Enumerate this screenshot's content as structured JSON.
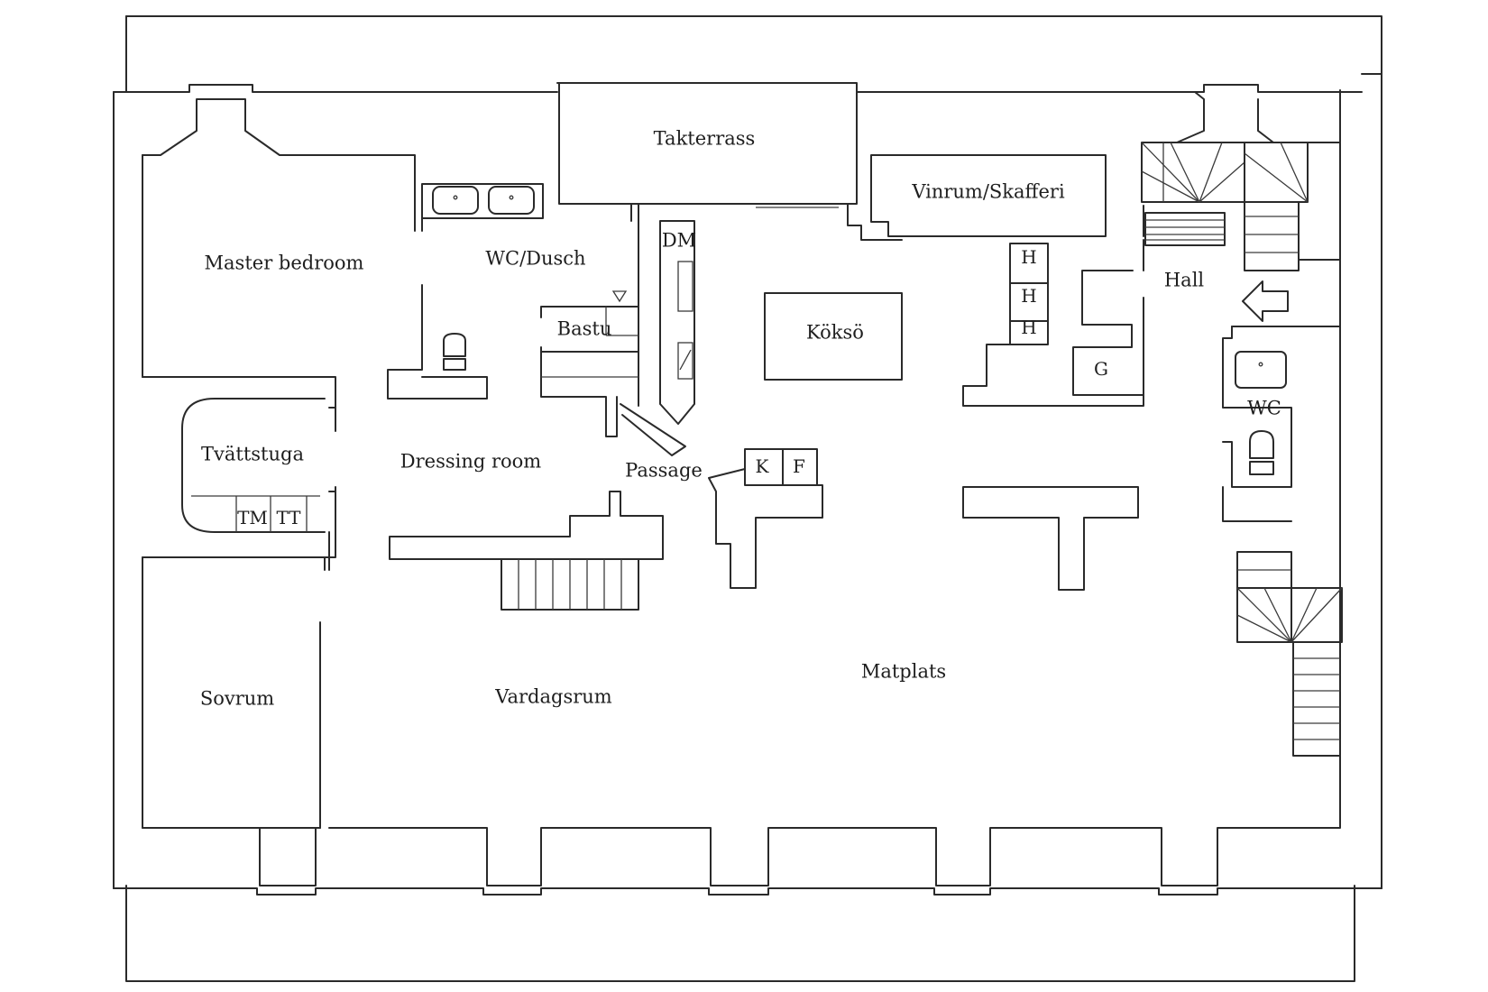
{
  "rooms": {
    "takterrass": "Takterrass",
    "vinrum": "Vinrum/Skafferi",
    "master": "Master bedroom",
    "wc_dusch": "WC/Dusch",
    "dm": "DM",
    "bastu": "Bastu",
    "kokso": "Köksö",
    "hall": "Hall",
    "g": "G",
    "wc": "WC",
    "tvattstuga": "Tvättstuga",
    "tm": "TM",
    "tt": "TT",
    "dressing": "Dressing room",
    "passage": "Passage",
    "k": "K",
    "f": "F",
    "matplats": "Matplats",
    "sovrum": "Sovrum",
    "vardagsrum": "Vardagsrum"
  },
  "fixtures": {
    "h": [
      "H",
      "H",
      "H"
    ]
  },
  "icons": {
    "entrance": "entrance-arrow-icon",
    "sink": "sink-icon",
    "toilet": "toilet-icon",
    "stairs": "staircase-icon"
  },
  "colors": {
    "line": "#2a2a2a",
    "background": "#ffffff"
  }
}
